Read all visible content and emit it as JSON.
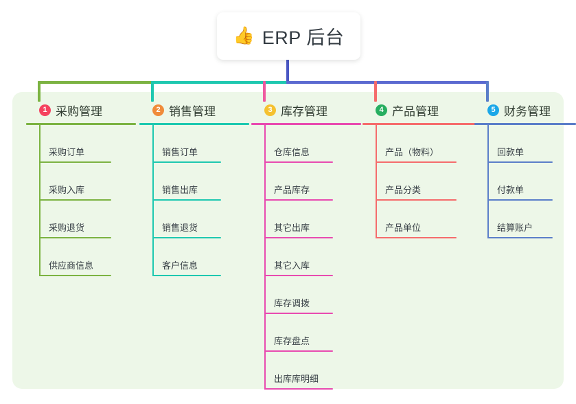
{
  "diagram": {
    "type": "mind-map",
    "title": {
      "icon": "thumbs-up-icon",
      "icon_glyph": "👍",
      "text": "ERP 后台"
    },
    "panel_color": "#edf7e8",
    "columns": [
      {
        "number": "1",
        "label": "采购管理",
        "badge_color": "#f5425f",
        "rule_color": "#7cb342",
        "connector_color": "#7cb342",
        "items": [
          "采购订单",
          "采购入库",
          "采购退货",
          "供应商信息"
        ]
      },
      {
        "number": "2",
        "label": "销售管理",
        "badge_color": "#f08b3a",
        "rule_color": "#1ec8b0",
        "connector_color": "#1ec8b0",
        "items": [
          "销售订单",
          "销售出库",
          "销售退货",
          "客户信息"
        ]
      },
      {
        "number": "3",
        "label": "库存管理",
        "badge_color": "#f5c130",
        "rule_color": "#e84bb0",
        "connector_color": "#ef5aa0",
        "items": [
          "仓库信息",
          "产品库存",
          "其它出库",
          "其它入库",
          "库存调拨",
          "库存盘点",
          "出库库明细"
        ]
      },
      {
        "number": "4",
        "label": "产品管理",
        "badge_color": "#27ae60",
        "rule_color": "#f56c6c",
        "connector_color": "#f56c6c",
        "items": [
          "产品（物料）",
          "产品分类",
          "产品单位"
        ]
      },
      {
        "number": "5",
        "label": "财务管理",
        "badge_color": "#1ba7e8",
        "rule_color": "#5b7ec9",
        "connector_color": "#5b7ec9",
        "items": [
          "回款单",
          "付款单",
          "结算账户"
        ]
      }
    ],
    "bus": {
      "stem_color": "#4a57c4",
      "segments": [
        {
          "color": "#7cb342"
        },
        {
          "color": "#1ec8b0"
        },
        {
          "color": "#5b6ad0"
        }
      ]
    }
  }
}
